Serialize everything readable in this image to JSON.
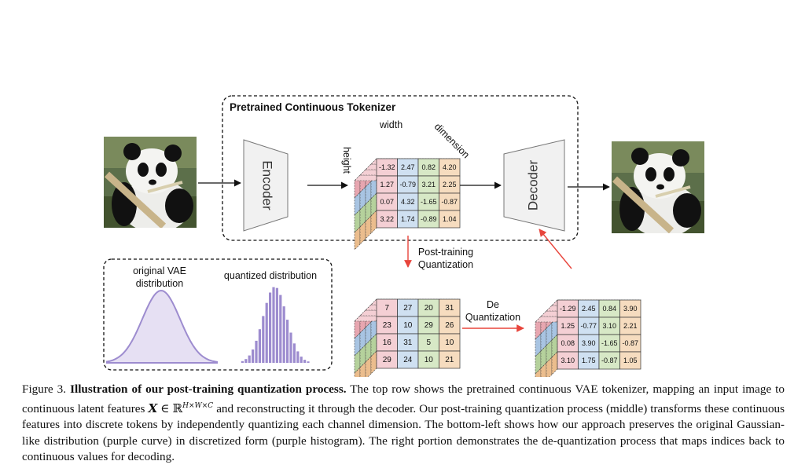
{
  "tokenizer_box": {
    "title": "Pretrained Continuous Tokenizer"
  },
  "encoder": {
    "label": "Encoder"
  },
  "decoder": {
    "label": "Decoder"
  },
  "axis_labels": {
    "width": "width",
    "height": "height",
    "dimension": "dimension"
  },
  "arrows": {
    "ptq_line1": "Post-training",
    "ptq_line2": "Quantization",
    "deq_line1": "De",
    "deq_line2": "Quantization"
  },
  "distribution_box": {
    "original_line1": "original VAE",
    "original_line2": "distribution",
    "quantized": "quantized distribution"
  },
  "continuous_values": [
    [
      "-1.32",
      "2.47",
      "0.82",
      "4.20"
    ],
    [
      "1.27",
      "-0.79",
      "3.21",
      "2.25"
    ],
    [
      "0.07",
      "4.32",
      "-1.65",
      "-0.87"
    ],
    [
      "3.22",
      "1.74",
      "-0.89",
      "1.04"
    ]
  ],
  "quantized_values": [
    [
      "7",
      "27",
      "20",
      "31"
    ],
    [
      "23",
      "10",
      "29",
      "26"
    ],
    [
      "16",
      "31",
      "5",
      "10"
    ],
    [
      "29",
      "24",
      "10",
      "21"
    ]
  ],
  "dequantized_values": [
    [
      "-1.29",
      "2.45",
      "0.84",
      "3.90"
    ],
    [
      "1.25",
      "-0.77",
      "3.10",
      "2.21"
    ],
    [
      "0.08",
      "3.90",
      "-1.65",
      "-0.87"
    ],
    [
      "3.10",
      "1.75",
      "-0.87",
      "1.05"
    ]
  ],
  "colors": {
    "col1": "#f4cfd4",
    "col2": "#cfe0f1",
    "col3": "#d7e8c6",
    "col4": "#f6dcbf",
    "col1_dark": "#e7a6b0",
    "col2_dark": "#a8c4e2",
    "col3_dark": "#b5d19c",
    "col4_dark": "#ebbd8d",
    "arrow_red": "#e8453c",
    "purple": "#9d8ccf",
    "purple_fill": "#e6e0f3"
  },
  "caption": {
    "figure_label": "Figure 3.",
    "title": "Illustration of our post-training quantization process.",
    "part1": "The top row shows the pretrained continuous VAE tokenizer, mapping an input image to continuous latent features",
    "math_symbol": "X",
    "in_symbol": "∈",
    "reals": "ℝ",
    "superscript": "H×W×C",
    "part2": "and reconstructing it through the decoder. Our post-training quantization process (middle) transforms these continuous features into discrete tokens by independently quantizing each channel dimension. The bottom-left shows how our approach preserves the original Gaussian-like distribution (purple curve) in discretized form (purple histogram). The right portion demonstrates the de-quantization process that maps indices back to continuous values for decoding."
  }
}
